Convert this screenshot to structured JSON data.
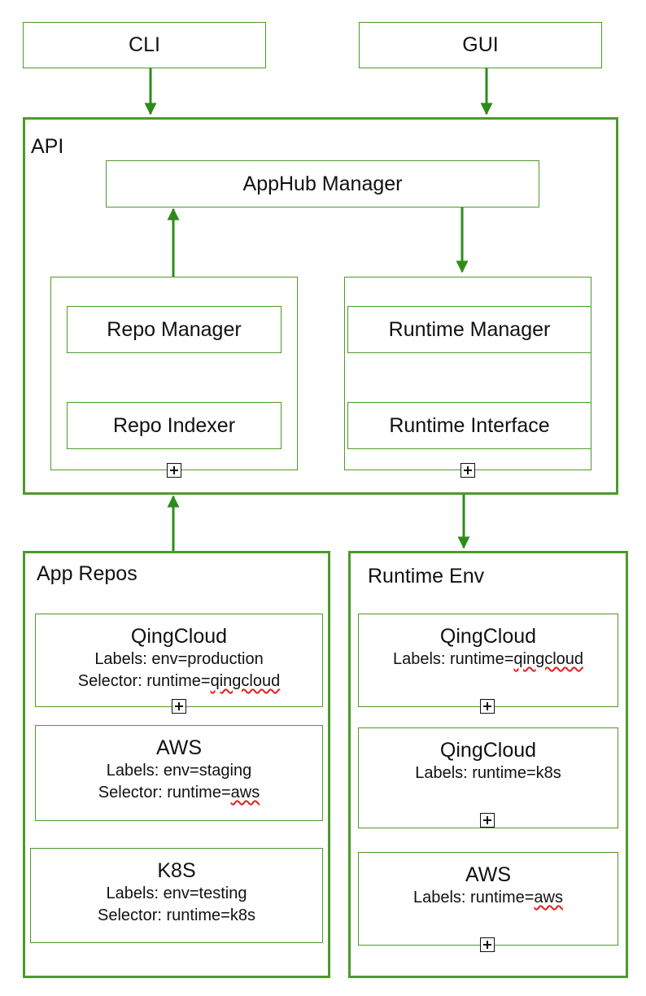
{
  "top": {
    "cli": "CLI",
    "gui": "GUI"
  },
  "api": {
    "label": "API",
    "apphub_manager": "AppHub Manager",
    "repo_manager": "Repo Manager",
    "repo_indexer": "Repo Indexer",
    "runtime_manager": "Runtime Manager",
    "runtime_interface": "Runtime Interface"
  },
  "app_repos": {
    "label": "App Repos",
    "items": [
      {
        "title": "QingCloud",
        "labels_prefix": "Labels: env=production",
        "selector_prefix": "Selector: runtime=",
        "selector_value": "qingcloud"
      },
      {
        "title": "AWS",
        "labels_prefix": "Labels: env=staging",
        "selector_prefix": "Selector: runtime=",
        "selector_value": "aws"
      },
      {
        "title": "K8S",
        "labels_prefix": "Labels: env=testing",
        "selector_prefix": "Selector: runtime=k8s",
        "selector_value": ""
      }
    ]
  },
  "runtime_env": {
    "label": "Runtime Env",
    "items": [
      {
        "title": "QingCloud",
        "labels_prefix": "Labels: runtime=",
        "labels_value": "qingcloud"
      },
      {
        "title": "QingCloud",
        "labels_prefix": "Labels: runtime=k8s",
        "labels_value": ""
      },
      {
        "title": "AWS",
        "labels_prefix": "Labels: runtime=",
        "labels_value": "aws"
      }
    ]
  },
  "colors": {
    "border": "#4e9a2a",
    "arrow": "#2e8b1a",
    "spellcheck": "#e02020"
  }
}
